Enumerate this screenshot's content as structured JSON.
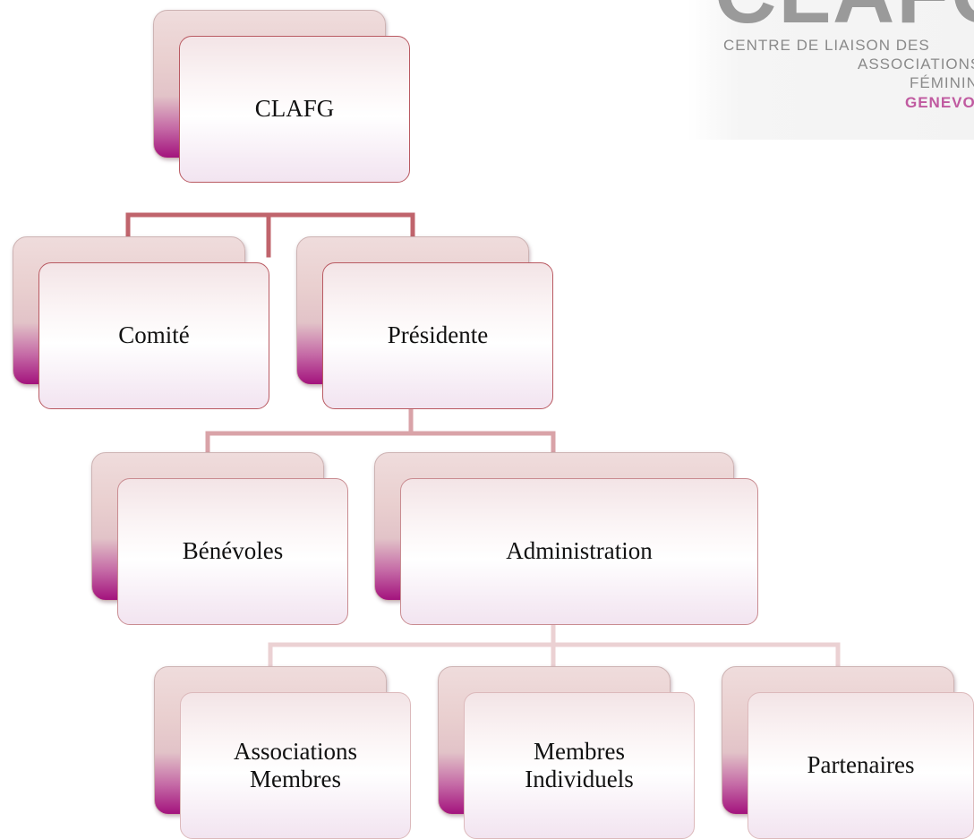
{
  "logo": {
    "letters": "CLAFG",
    "line1": "CENTRE DE LIAISON DES",
    "line2": "ASSOCIATIONS",
    "line3": "FÉMININES",
    "line4": "GENEVOISES"
  },
  "org_chart": {
    "root": "CLAFG",
    "level1": [
      "Comité",
      "Présidente"
    ],
    "level2": [
      "Bénévoles",
      "Administration"
    ],
    "level3": [
      "Associations\nMembres",
      "Membres\nIndividuels",
      "Partenaires"
    ]
  },
  "colors": {
    "connector_top": "#c0646c",
    "connector_bottom": "#e8c9cc",
    "node_accent": "#a3137d"
  }
}
